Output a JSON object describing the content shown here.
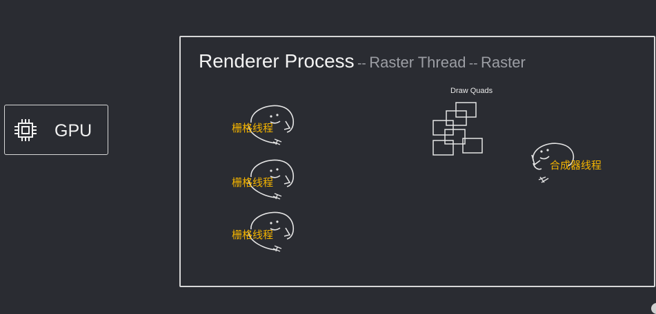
{
  "gpu": {
    "label": "GPU",
    "icon": "chip-icon"
  },
  "renderer": {
    "title": "Renderer Process",
    "separator_1": "--",
    "subtitle_1": "Raster Thread",
    "separator_2": "--",
    "subtitle_2": "Raster"
  },
  "draw_quads": {
    "label": "Draw Quads",
    "icon": "stacked-quads-icon"
  },
  "raster_threads": [
    {
      "label": "栅格线程",
      "icon": "smiley-thread-icon"
    },
    {
      "label": "栅格线程",
      "icon": "smiley-thread-icon"
    },
    {
      "label": "栅格线程",
      "icon": "smiley-thread-icon"
    }
  ],
  "compositor_thread": {
    "label": "合成器线程",
    "icon": "smiley-thread-icon"
  },
  "colors": {
    "background": "#2a2c32",
    "stroke": "#d8d8d8",
    "accent_label": "#f4b400",
    "subtitle": "#9c9ea4"
  }
}
